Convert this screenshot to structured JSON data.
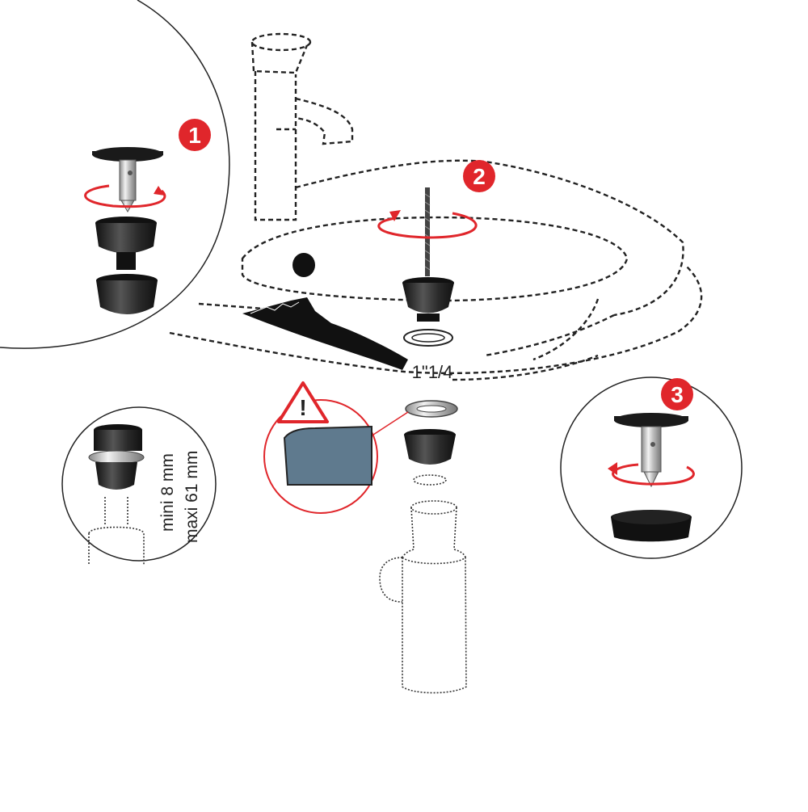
{
  "steps": [
    {
      "number": "1"
    },
    {
      "number": "2"
    },
    {
      "number": "3"
    }
  ],
  "thread_size": "1\"1/4",
  "thickness": {
    "min": "mini 8 mm",
    "max": "maxi 61 mm"
  },
  "warning_symbol": "!",
  "colors": {
    "accent_red": "#e0262b",
    "ink": "#222222",
    "seal_gray": "#5f7a8e",
    "chrome": "#cfcfcf"
  },
  "icons": [
    "rotation-arrow-icon",
    "warning-triangle-icon",
    "step-badge-icon"
  ]
}
